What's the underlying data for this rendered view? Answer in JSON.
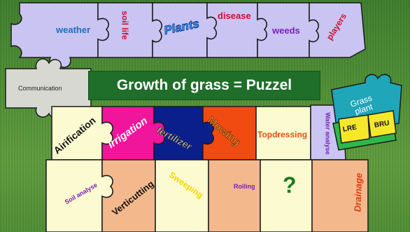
{
  "slide": {
    "title": "Growth of grass = Puzzel"
  },
  "pieces": {
    "weather": "weather",
    "soil_life": "soil life",
    "plants": "Plants",
    "disease": "disease",
    "weeds": "weeds",
    "players": "players",
    "communication": "Communication",
    "airification": "Airification",
    "irrigation": "Irrigation",
    "fertilizer": "fertilizer",
    "mowing": "Mowing",
    "topdressing": "Topdressing",
    "water_analyse": "Water analyse",
    "soil_analyse": "Soil analyse",
    "verticutting": "Verticutting",
    "sweeping": "Sweeping",
    "rolling": "Rolling",
    "unknown": "?",
    "drainage": "Drainage"
  },
  "grass_plant_piece": {
    "label": "Grass plant",
    "tag_left": "LRE",
    "tag_right": "BRU"
  },
  "colors": {
    "lavender": "#c9c4f2",
    "light_yellow": "#fbfad0",
    "light_gray": "#d8d8d2",
    "peach": "#f3b98c",
    "magenta": "#f0159a",
    "navy": "#0b1f8c",
    "orange_red": "#f24b12",
    "title_green": "#1f6e2a",
    "grass_plant_teal": "#1fa6b8"
  }
}
